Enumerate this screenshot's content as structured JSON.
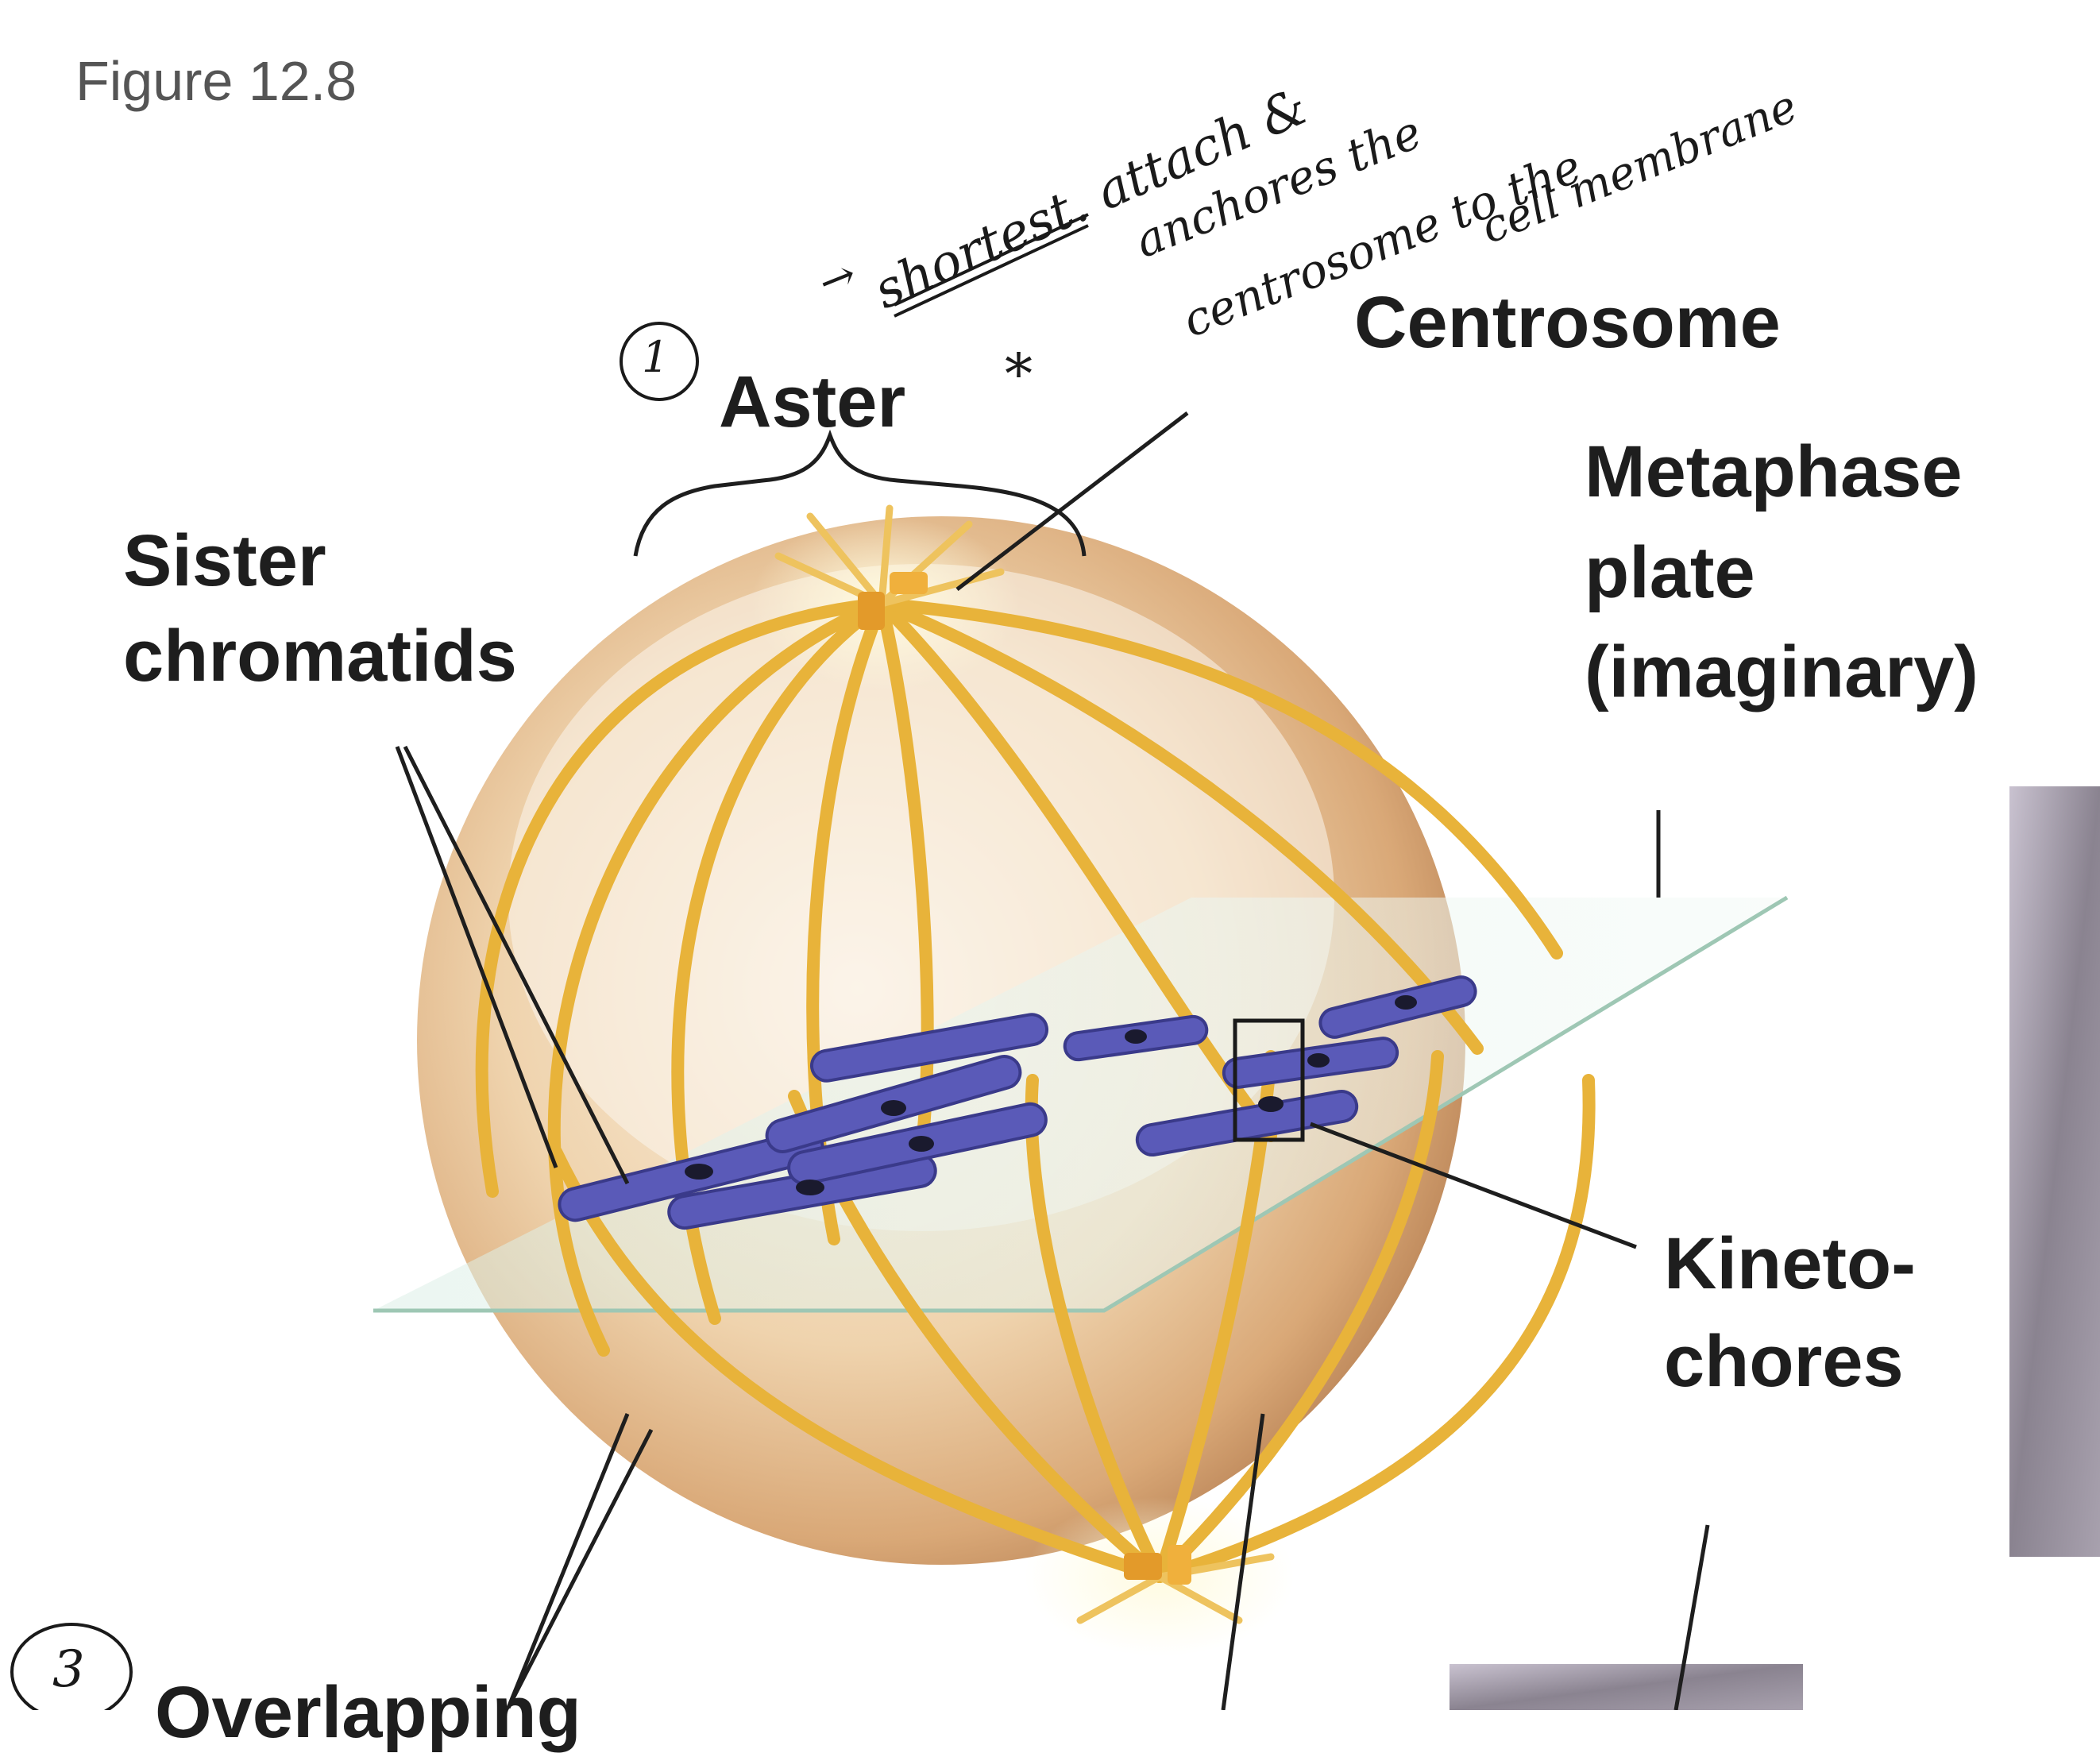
{
  "caption": "Figure 12.8",
  "labels": {
    "aster": "Aster",
    "centrosome": "Centrosome",
    "sister_1": "Sister",
    "sister_2": "chromatids",
    "meta_1": "Metaphase",
    "meta_2": "plate",
    "meta_3": "(imaginary)",
    "kineto_1": "Kineto-",
    "kineto_2": "chores",
    "bottom": "Overlapping"
  },
  "handwriting": {
    "circle_one": "1",
    "circle_three": "3",
    "star": "*",
    "arrow": "→",
    "line1": "shortest. attach &",
    "line2": "anchores the",
    "line3": "centrosome to the",
    "line4": "cell membrane"
  },
  "colors": {
    "cell": "#d9a877",
    "microtubule": "#e8b33a",
    "chromosome": "#4a4aa8",
    "plate": "#b8d8c6",
    "text": "#1e1e1e"
  }
}
